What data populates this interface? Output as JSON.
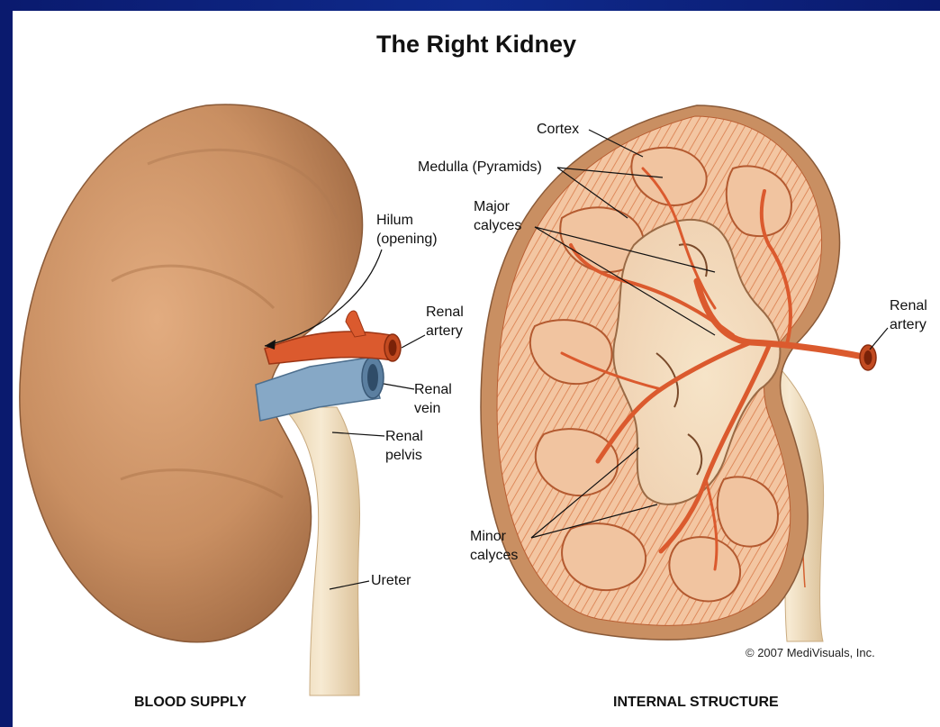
{
  "title": "The Right Kidney",
  "left_labels": {
    "hilum": "Hilum",
    "hilum_sub": "(opening)",
    "renal_artery": "Renal",
    "renal_artery_sub": "artery",
    "renal_vein": "Renal",
    "renal_vein_sub": "vein",
    "renal_pelvis": "Renal",
    "renal_pelvis_sub": "pelvis",
    "ureter": "Ureter"
  },
  "right_labels": {
    "cortex": "Cortex",
    "medulla": "Medulla (Pyramids)",
    "major": "Major",
    "major_sub": "calyces",
    "minor": "Minor",
    "minor_sub": "calyces",
    "renal_artery": "Renal",
    "renal_artery_sub": "artery"
  },
  "captions": {
    "left": "BLOOD SUPPLY",
    "right": "INTERNAL STRUCTURE"
  },
  "copyright": "© 2007 MediVisuals, Inc.",
  "colors": {
    "background": "#0d1f7a",
    "panel": "#ffffff",
    "kidney": "#c98f62",
    "artery": "#d9582c",
    "vein": "#7fa3c2",
    "ureter": "#f1dfc0",
    "cortex_inner": "#f2c7a6"
  }
}
